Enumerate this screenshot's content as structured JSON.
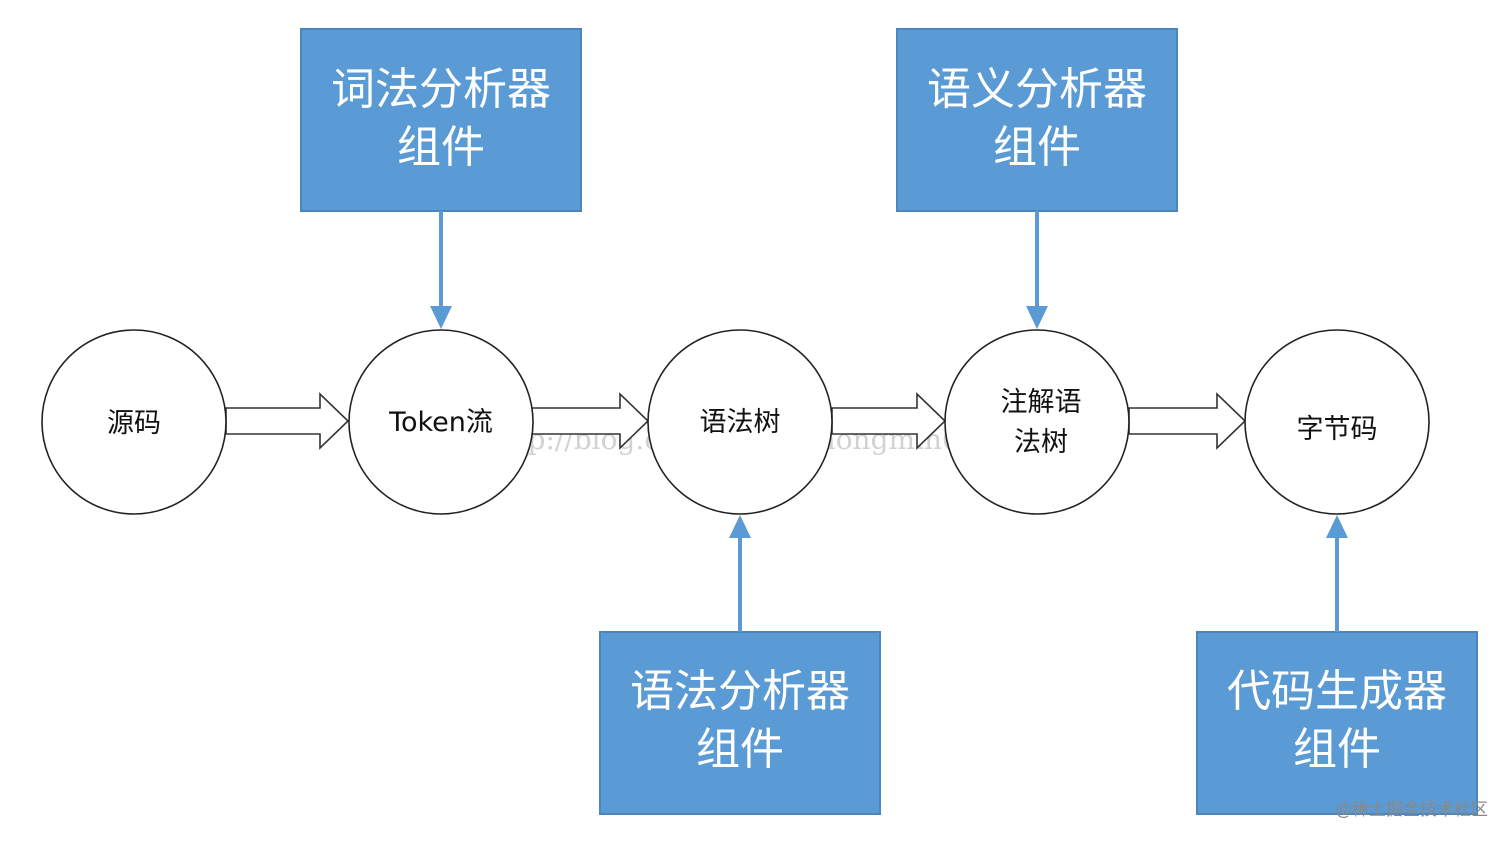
{
  "components": {
    "lexer": {
      "line1": "词法分析器",
      "line2": "组件"
    },
    "semantic": {
      "line1": "语义分析器",
      "line2": "组件"
    },
    "parser": {
      "line1": "语法分析器",
      "line2": "组件"
    },
    "codegen": {
      "line1": "代码生成器",
      "line2": "组件"
    }
  },
  "nodes": {
    "source": {
      "label": "源码"
    },
    "tokens": {
      "label": "Token流"
    },
    "syntax_tree": {
      "label": "语法树"
    },
    "annotated_tree": {
      "line1": "注解语",
      "line2": "法树"
    },
    "bytecode": {
      "label": "字节码"
    }
  },
  "watermark": "http://blog.csdn.net/fuzhongmin05",
  "credit": "@稀土掘金技术社区",
  "colors": {
    "component_fill": "#5b9bd5",
    "component_text": "#ffffff",
    "arrow_blue": "#5b9bd5",
    "node_stroke": "#222222"
  }
}
